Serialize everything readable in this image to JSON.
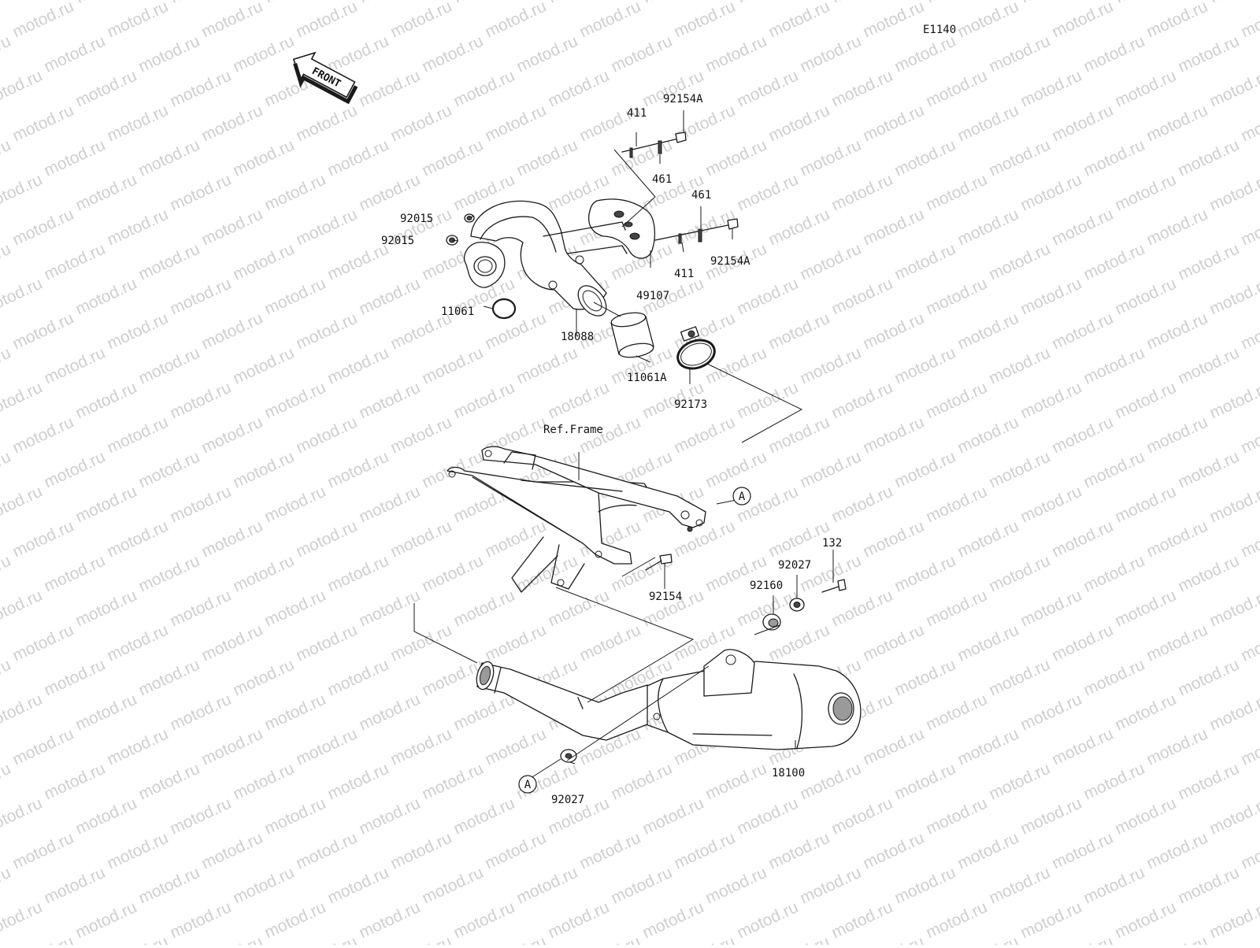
{
  "diagram_code": "E1140",
  "front_label": "FRONT",
  "watermark_text": "motod.ru",
  "ref_frame_label": "Ref.Frame",
  "ref_marker": "A",
  "parts": {
    "nut_92015_a": "92015",
    "nut_92015_b": "92015",
    "gasket_11061": "11061",
    "pipe_18088": "18088",
    "gasket_11061a": "11061A",
    "clamp_92173": "92173",
    "cover_49107": "49107",
    "washer_411_top": "411",
    "collar_461_top": "461",
    "bolt_92154a_top": "92154A",
    "washer_411_mid": "411",
    "collar_461_mid": "461",
    "bolt_92154a_mid": "92154A",
    "bolt_92154": "92154",
    "grommet_92160": "92160",
    "collar_92027_top": "92027",
    "bolt_132": "132",
    "muffler_18100": "18100",
    "collar_92027_bottom": "92027"
  },
  "colors": {
    "ink": "#1a1a1a",
    "watermark": "#cfcfcf",
    "background": "#ffffff"
  }
}
